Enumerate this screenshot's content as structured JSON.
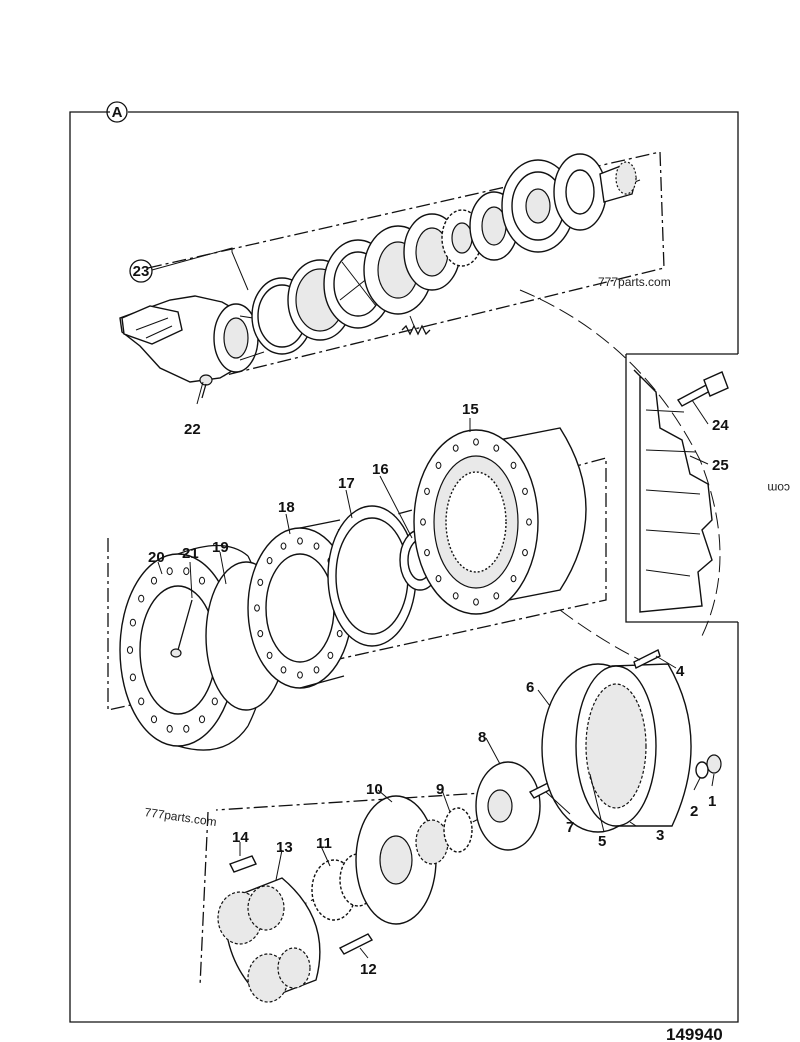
{
  "view_marker": "A",
  "assembly_marker": "23",
  "drawing_number": "149940",
  "watermarks": [
    "777parts.com",
    "777parts.com",
    "com"
  ],
  "callouts": {
    "c1": "1",
    "c2": "2",
    "c3": "3",
    "c4": "4",
    "c5": "5",
    "c6": "6",
    "c7": "7",
    "c8": "8",
    "c9": "9",
    "c10": "10",
    "c11": "11",
    "c12": "12",
    "c13": "13",
    "c14": "14",
    "c15": "15",
    "c16": "16",
    "c17": "17",
    "c18": "18",
    "c19": "19",
    "c20": "20",
    "c21": "21",
    "c22": "22",
    "c24": "24",
    "c25": "25"
  }
}
